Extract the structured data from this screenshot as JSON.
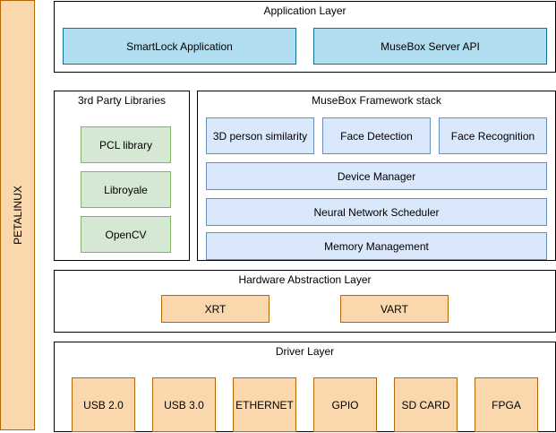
{
  "sidebar": {
    "label": "PETALINUX"
  },
  "application_layer": {
    "title": "Application Layer",
    "items": [
      "SmartLock Application",
      "MuseBox Server API"
    ]
  },
  "third_party": {
    "title": "3rd Party Libraries",
    "items": [
      "PCL library",
      "Libroyale",
      "OpenCV"
    ]
  },
  "musebox": {
    "title": "MuseBox Framework stack",
    "top_items": [
      "3D person similarity",
      "Face Detection",
      "Face Recognition"
    ],
    "stack_items": [
      "Device Manager",
      "Neural Network Scheduler",
      "Memory Management"
    ]
  },
  "hal": {
    "title": "Hardware Abstraction Layer",
    "items": [
      "XRT",
      "VART"
    ]
  },
  "driver": {
    "title": "Driver Layer",
    "items": [
      "USB 2.0",
      "USB 3.0",
      "ETHERNET",
      "GPIO",
      "SD CARD",
      "FPGA"
    ]
  },
  "colors": {
    "app_fill": "#b1ddf0",
    "app_stroke": "#10739e",
    "musebox_fill": "#dae8fc",
    "musebox_stroke": "#6c8ebf",
    "lib_fill": "#d5e8d4",
    "lib_stroke": "#82b366",
    "hw_fill": "#fad7ac",
    "hw_stroke": "#b46504"
  }
}
